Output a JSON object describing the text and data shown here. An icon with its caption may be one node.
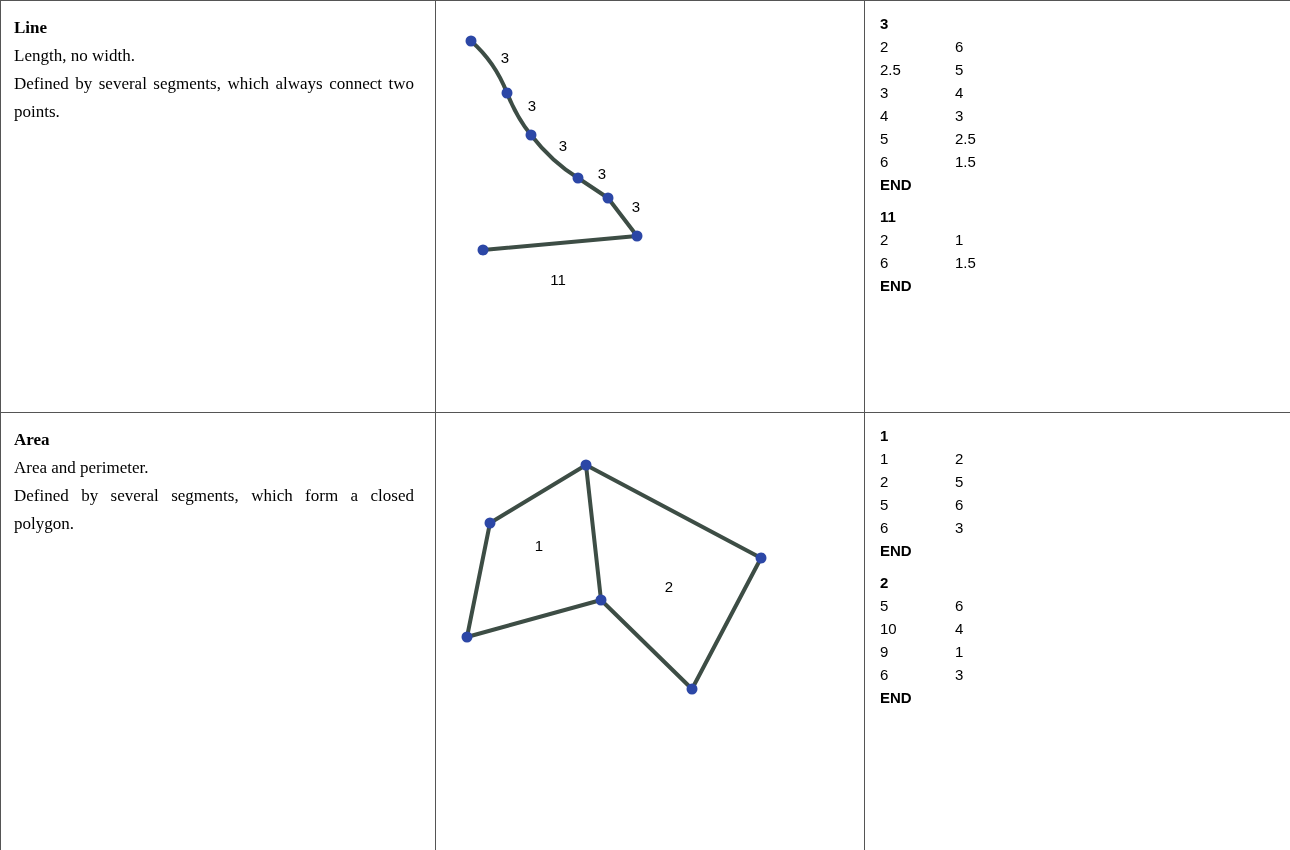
{
  "diagram": {
    "labels": [
      "Line",
      "Length, no width.",
      "Defined by several segments, which always connect two points.",
      "3",
      "3",
      "3",
      "3",
      "3",
      "11",
      "3",
      "2",
      "6",
      "2.5",
      "5",
      "3",
      "4",
      "4",
      "3",
      "5",
      "2.5",
      "6",
      "1.5",
      "END",
      "11",
      "2",
      "1",
      "6",
      "1.5",
      "END",
      "Area",
      "Area and perimeter.",
      "Defined by several segments, which form a closed polygon.",
      "1",
      "2",
      "1",
      "1",
      "2",
      "2",
      "5",
      "5",
      "6",
      "6",
      "3",
      "END",
      "2",
      "5",
      "6",
      "10",
      "4",
      "9",
      "1",
      "6",
      "3",
      "END"
    ]
  }
}
